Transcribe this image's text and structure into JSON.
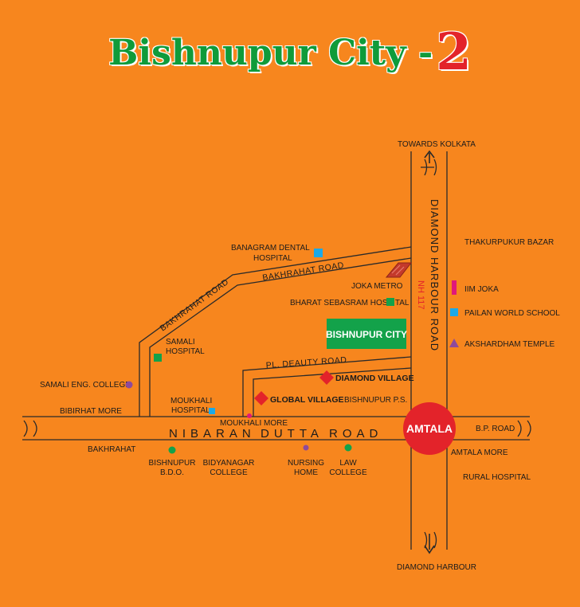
{
  "title": {
    "main": "Bishnupur City -",
    "number": "2"
  },
  "roads": {
    "towards_kolkata": "TOWARDS KOLKATA",
    "diamond_harbour_road": "DIAMOND HARBOUR ROAD",
    "nh": "NH 117",
    "bakhrahat_road_top": "BAKHRAHAT ROAD",
    "bakhrahat_road_diag": "BAKHRAHAT ROAD",
    "pl_deauty_road": "PL. DEAUTY ROAD",
    "nibaran": "NIBARAN",
    "dutta": "DUTTA",
    "road": "ROAD",
    "bp_road": "B.P. ROAD",
    "diamond_harbour": "DIAMOND HARBOUR"
  },
  "places": {
    "banagram_1": "BANAGRAM DENTAL",
    "banagram_2": "HOSPITAL",
    "joka_metro": "JOKA METRO",
    "bharat": "BHARAT SEBASRAM HOSPITAL",
    "thakurpukur": "THAKURPUKUR BAZAR",
    "iim_joka": "IIM JOKA",
    "pailan": "PAILAN WORLD SCHOOL",
    "akshardham": "AKSHARDHAM TEMPLE",
    "bishnupur_city": "BISHNUPUR CITY",
    "samali_hosp_1": "SAMALI",
    "samali_hosp_2": "HOSPITAL",
    "samali_eng": "SAMALI ENG. COLLEGE",
    "diamond_village": "DIAMOND VILLAGE",
    "global_village": "GLOBAL VILLAGE",
    "bishnupur_ps": "BISHNUPUR P.S.",
    "moukhali_hosp_1": "MOUKHALI",
    "moukhali_hosp_2": "HOSPITAL",
    "moukhali_more": "MOUKHALI MORE",
    "bibirhat_more": "BIBIRHAT MORE",
    "amtala": "AMTALA",
    "bakhrahat": "BAKHRAHAT",
    "bdo_1": "BISHNUPUR",
    "bdo_2": "B.D.O.",
    "bidyanagar_1": "BIDYANAGAR",
    "bidyanagar_2": "COLLEGE",
    "nursing_1": "NURSING",
    "nursing_2": "HOME",
    "law_1": "LAW",
    "law_2": "COLLEGE",
    "amtala_more": "AMTALA MORE",
    "rural_hospital": "RURAL HOSPITAL"
  },
  "colors": {
    "background": "#f7861e",
    "title_green": "#0f9b3a",
    "title_red": "#e3232a",
    "marker_green": "#13a24a",
    "marker_blue": "#1ba9e8",
    "marker_purple": "#8e4a9c",
    "marker_pink": "#e0187a",
    "marker_red": "#e3232a"
  }
}
